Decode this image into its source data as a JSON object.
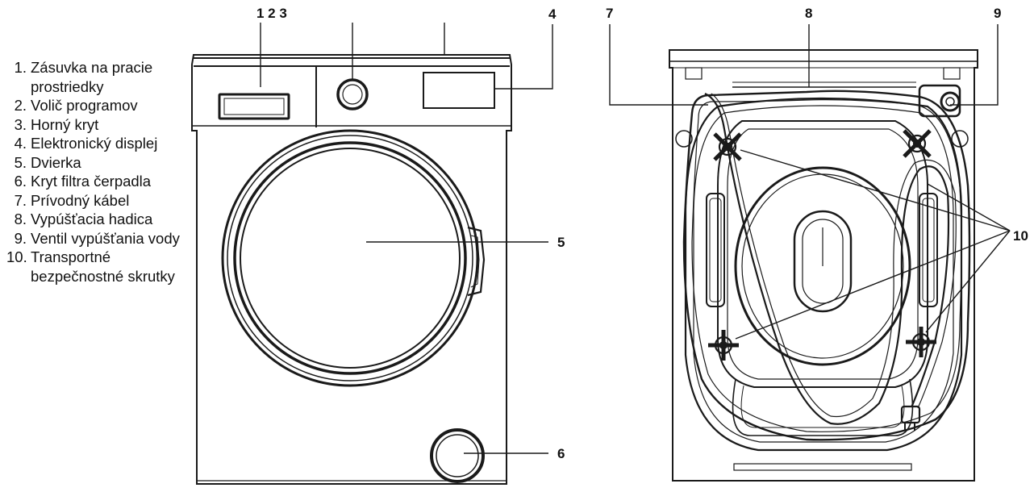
{
  "legend": [
    {
      "num": "1.",
      "text": "Zásuvka na pracie prostriedky"
    },
    {
      "num": "2.",
      "text": "Volič programov"
    },
    {
      "num": "3.",
      "text": "Horný kryt"
    },
    {
      "num": "4.",
      "text": "Elektronický displej"
    },
    {
      "num": "5.",
      "text": "Dvierka"
    },
    {
      "num": "6.",
      "text": "Kryt filtra čerpadla"
    },
    {
      "num": "7.",
      "text": "Prívodný kábel"
    },
    {
      "num": "8.",
      "text": "Vypúšťacia hadica"
    },
    {
      "num": "9.",
      "text": "Ventil vypúšťania vody"
    },
    {
      "num": "10.",
      "text": "Transportné bezpečnostné skrutky"
    }
  ],
  "callouts": {
    "c123": "1 2 3",
    "c4": "4",
    "c5": "5",
    "c6": "6",
    "c7": "7",
    "c8": "8",
    "c9": "9",
    "c10": "10"
  }
}
